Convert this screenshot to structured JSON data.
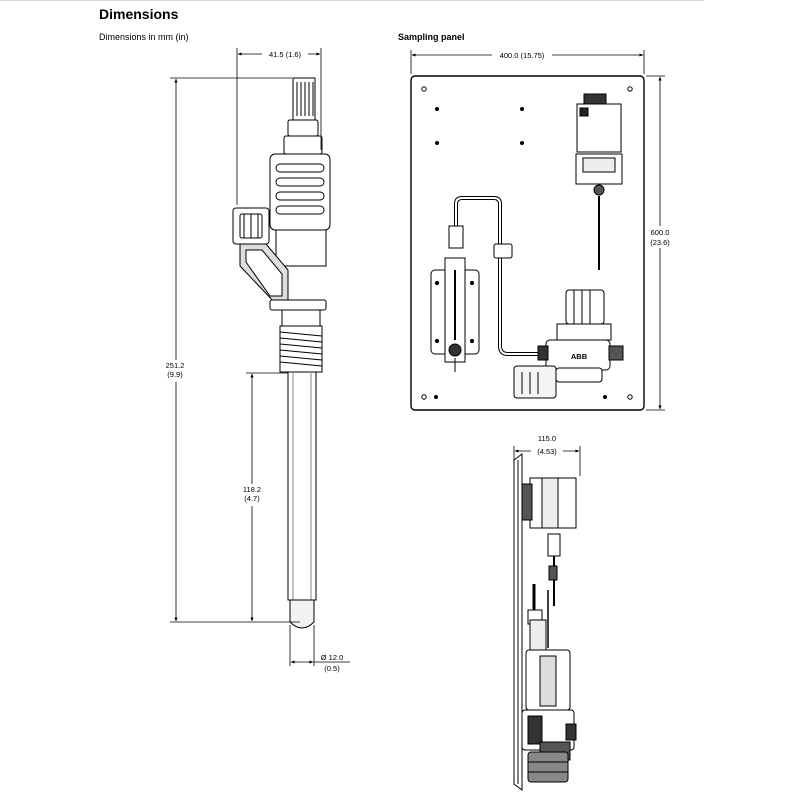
{
  "heading": "Dimensions",
  "units_note": "Dimensions in mm (in)",
  "sensor": {
    "width_mm": "41.5 (1.6)",
    "length_mm": "251.2",
    "length_in": "(9.9)",
    "probe_length_mm": "118.2",
    "probe_length_in": "(4.7)",
    "diameter_mm": "Ø 12.0",
    "diameter_in": "(0.5)"
  },
  "sampling_panel": {
    "title": "Sampling panel",
    "width": "400.0 (15.75)",
    "height_mm": "600.0",
    "height_in": "(23.6)",
    "logo": "ABB"
  },
  "side_view": {
    "depth_mm": "115.0",
    "depth_in": "(4.53)"
  }
}
